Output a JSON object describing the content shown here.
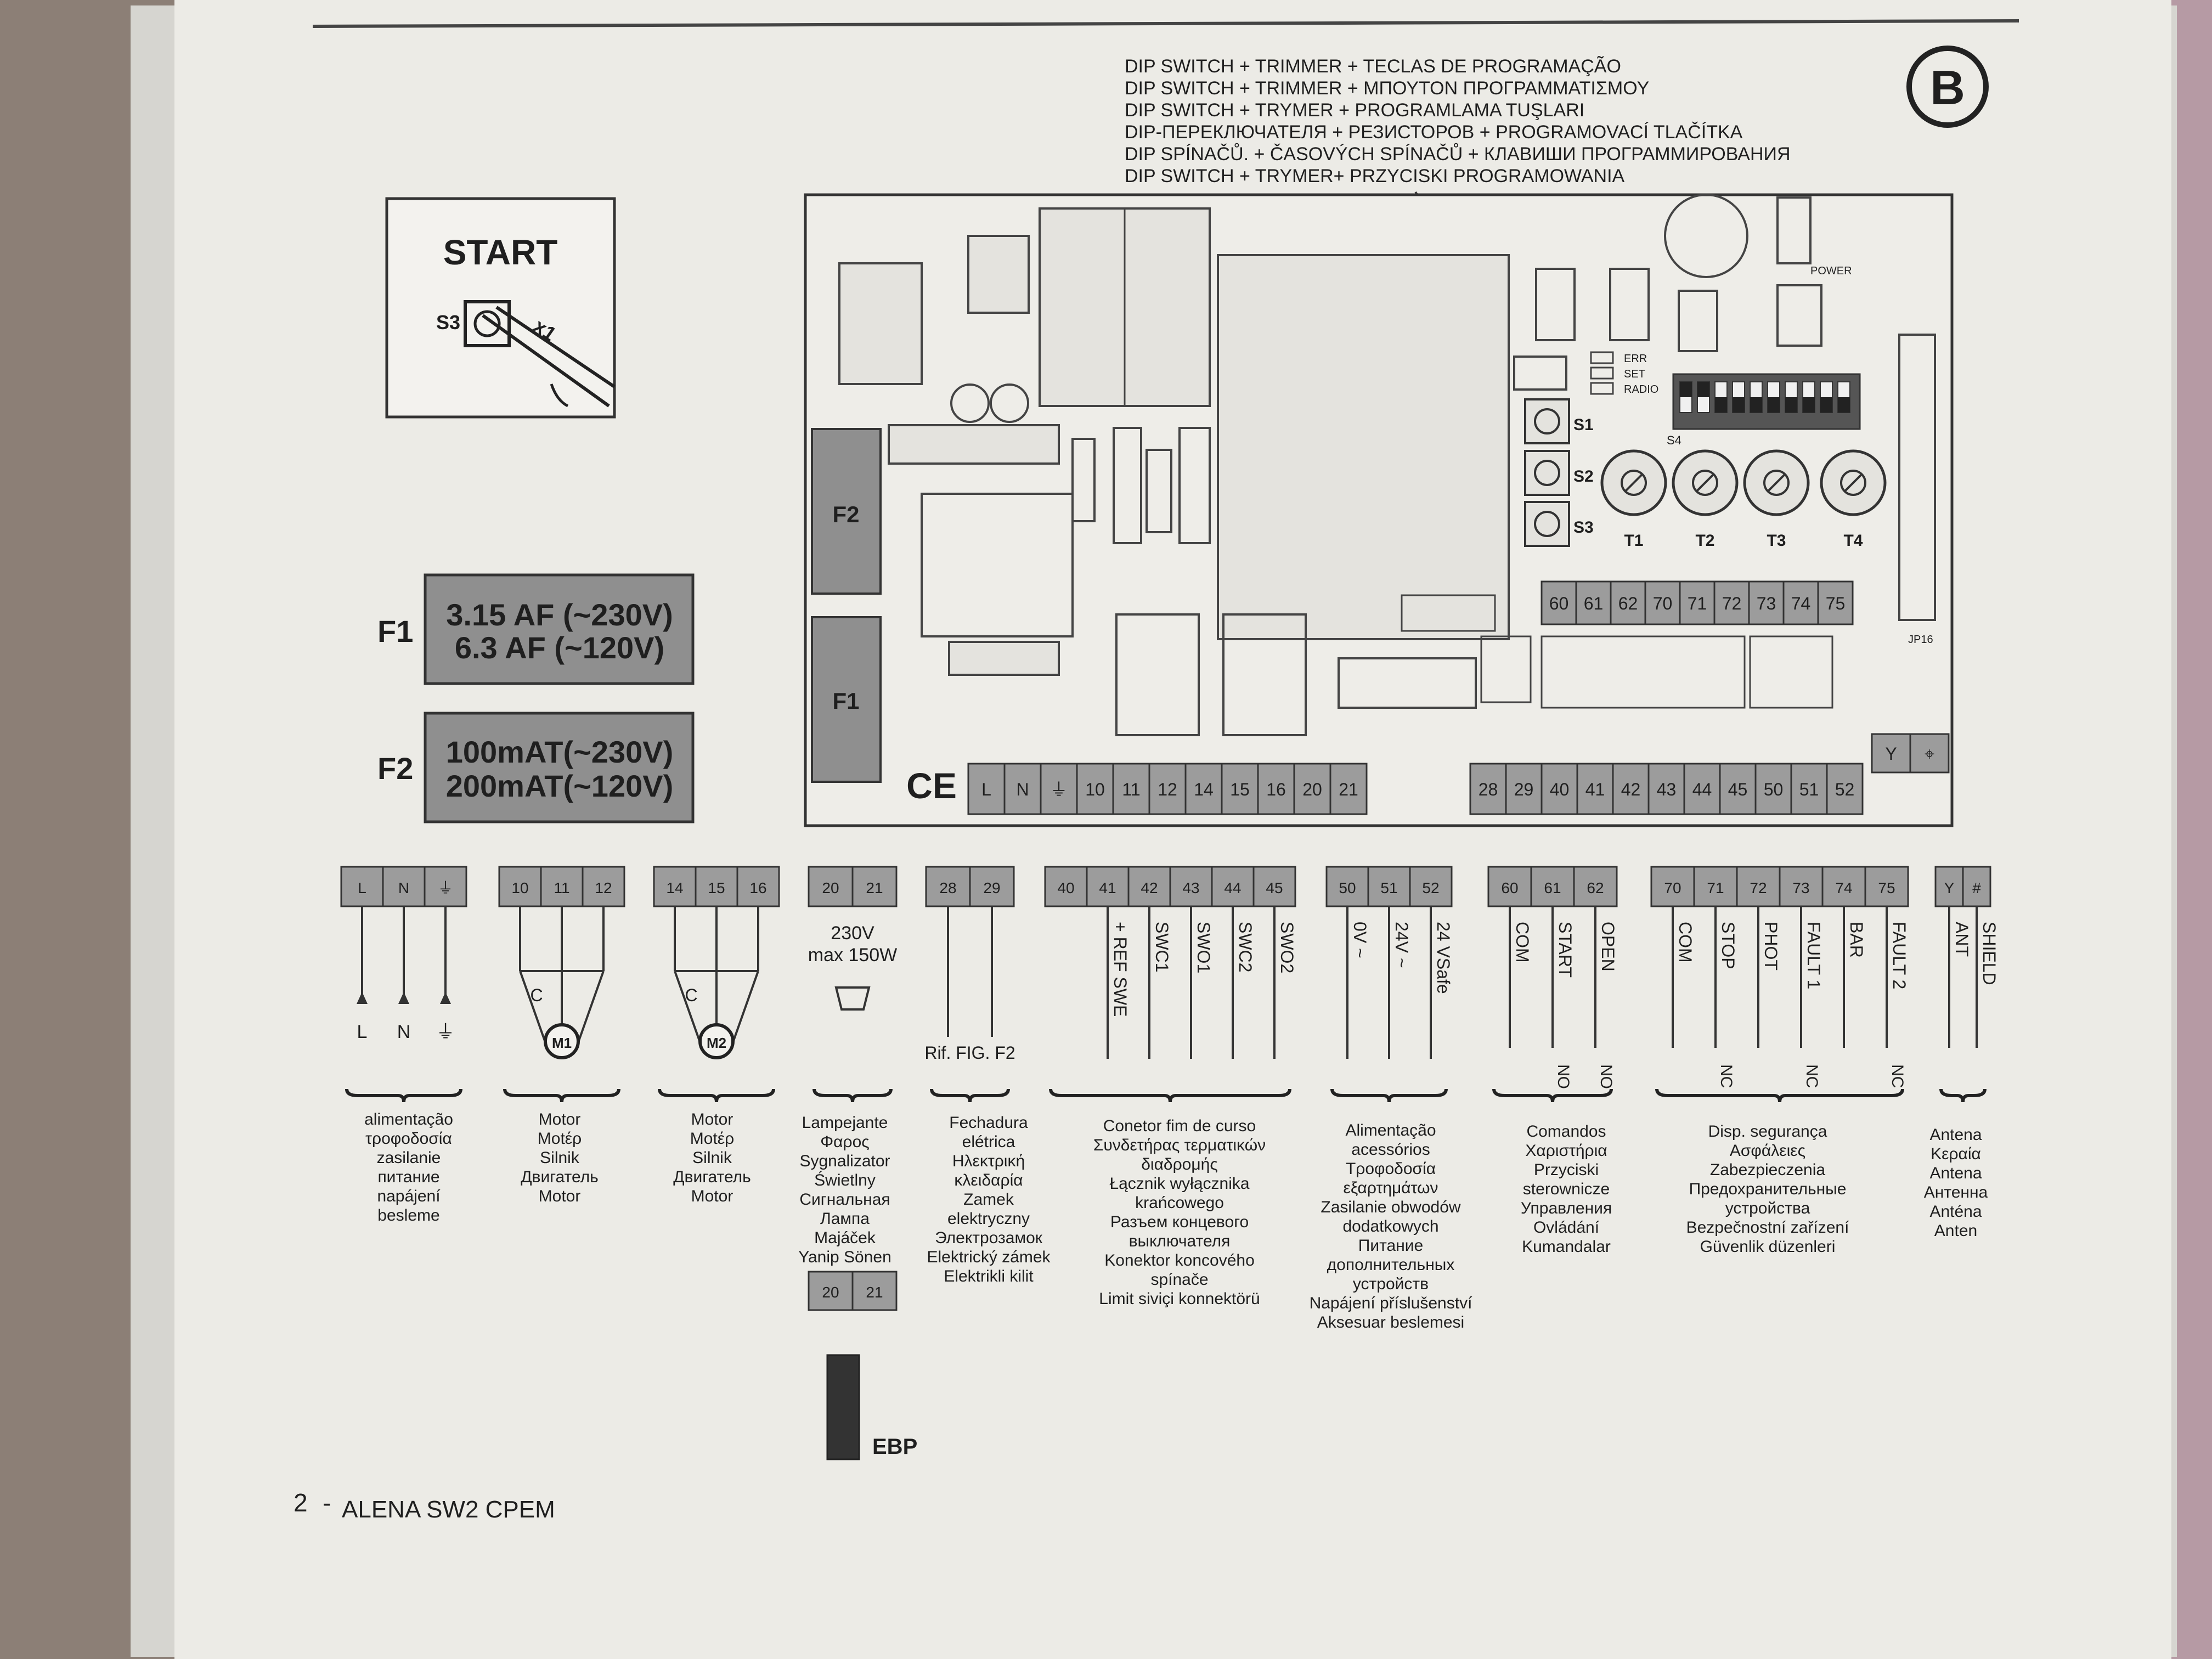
{
  "page_label": "B",
  "header": {
    "lines": [
      "DIP SWITCH + TRIMMER + TECLAS DE PROGRAMAÇÃO",
      "DIP SWITCH + TRIMMER + ΜΠΟΥΤΟΝ ΠΡΟΓΡΑΜΜΑΤΙΣΜΟΥ",
      "DIP SWITCH + TRYMER + PROGRAMLAMA TUŞLARI",
      "DIP-ПЕРЕКЛЮЧАТЕЛЯ + РЕЗИСТОРОВ + PROGRAMOVACÍ TLAČÍTKA",
      "DIP SPÍNAČŮ. + ČASOVÝCH SPÍNAČŮ + КЛАВИШИ ПРОГРАММИРОВАНИЯ",
      "DIP SWITCH + TRYMER+ PRZYCISKI PROGRAMOWANIA"
    ]
  },
  "start_box": {
    "title": "START",
    "button": "S3",
    "count": "x1"
  },
  "fuses": [
    {
      "name": "F1",
      "line1": "3.15 AF (~230V)",
      "line2": "6.3 AF (~120V)"
    },
    {
      "name": "F2",
      "line1": "100mAT(~230V)",
      "line2": "200mAT(~120V)"
    }
  ],
  "board": {
    "fuse_f2": "F2",
    "fuse_f1": "F1",
    "ce": "CE",
    "buttons": [
      "S1",
      "S2",
      "S3"
    ],
    "leds": [
      "ERR",
      "SET",
      "RADIO"
    ],
    "dip_label": "S4",
    "power_label": "POWER",
    "jumper_label": "JP16",
    "trimmers": [
      "T1",
      "T2",
      "T3",
      "T4"
    ],
    "upper_terminals": [
      "60",
      "61",
      "62",
      "70",
      "71",
      "72",
      "73",
      "74",
      "75"
    ],
    "lower_left_terminals": [
      "L",
      "N",
      "⏚",
      "10",
      "11",
      "12",
      "14",
      "15",
      "16",
      "20",
      "21"
    ],
    "lower_right_terminals": [
      "28",
      "29",
      "40",
      "41",
      "42",
      "43",
      "44",
      "45",
      "50",
      "51",
      "52"
    ],
    "ant_terminals": [
      "Y",
      "⌖"
    ]
  },
  "wiring": [
    {
      "terminals": [
        "L",
        "N",
        "⏚"
      ],
      "wires": [
        "L",
        "N",
        "⏚"
      ],
      "captions": [
        "alimentação",
        "τροφοδοσία",
        "zasilanie",
        "питание",
        "napájení",
        "besleme"
      ]
    },
    {
      "terminals": [
        "10",
        "11",
        "12"
      ],
      "cap": "C",
      "motor": "M1",
      "captions": [
        "Motor",
        "Motέρ",
        "Silnik",
        "Двигатель",
        "Motor"
      ]
    },
    {
      "terminals": [
        "14",
        "15",
        "16"
      ],
      "cap": "C",
      "motor": "M2",
      "captions": [
        "Motor",
        "Motέρ",
        "Silnik",
        "Двигатель",
        "Motor"
      ]
    },
    {
      "terminals": [
        "20",
        "21"
      ],
      "note1": "230V",
      "note2": "max 150W",
      "captions": [
        "Lampejante",
        "Φαρος",
        "Sygnalizator",
        "Świetlny",
        "Сигнальная",
        "Лампа",
        "Majáček",
        "Yanip Sönen"
      ],
      "ebp_terminals": [
        "20",
        "21"
      ],
      "ebp_label": "EBP"
    },
    {
      "terminals": [
        "28",
        "29"
      ],
      "note": "Rif. FIG. F2",
      "captions": [
        "Fechadura",
        "elétrica",
        "Ηλεκτρική",
        "κλειδαρία",
        "Zamek",
        "elektryczny",
        "Электрозамок",
        "Elektrický zámek",
        "Elektrikli kilit"
      ]
    },
    {
      "terminals": [
        "40",
        "41",
        "42",
        "43",
        "44",
        "45"
      ],
      "wires": [
        "+ REF SWE",
        "SWC1",
        "SWO1",
        "SWC2",
        "SWO2"
      ],
      "captions": [
        "Conetor fim de curso",
        "Συνδετήρας τερματικών",
        "διαδρομής",
        "Łącznik wyłącznika",
        "krańcowego",
        "Разъем концевого",
        "выключателя",
        "Konektor koncového",
        "spínače",
        "Limit siviçi konnektörü"
      ]
    },
    {
      "terminals": [
        "50",
        "51",
        "52"
      ],
      "wires": [
        "0V ~",
        "24V ~",
        "24 VSafe"
      ],
      "captions": [
        "Alimentação",
        "acessórios",
        "Τροφοδοσία",
        "εξαρτημάτων",
        "Zasilanie obwodów",
        "dodatkowych",
        "Питание",
        "дополнительных",
        "устройств",
        "Napájení příslušenství",
        "Aksesuar beslemesi"
      ]
    },
    {
      "terminals": [
        "60",
        "61",
        "62"
      ],
      "wires": [
        "COM",
        "START",
        "OPEN"
      ],
      "contacts": [
        "NO",
        "NO"
      ],
      "captions": [
        "Comandos",
        "Χαριστήρια",
        "Przyciski",
        "sterownicze",
        "Управления",
        "Ovládání",
        "Kumandalar"
      ]
    },
    {
      "terminals": [
        "70",
        "71",
        "72",
        "73",
        "74",
        "75"
      ],
      "wires": [
        "COM",
        "STOP",
        "PHOT",
        "FAULT 1",
        "BAR",
        "FAULT 2"
      ],
      "contacts": [
        "NC",
        "NC",
        "NC"
      ],
      "captions": [
        "Disp. segurança",
        "Ασφάλειες",
        "Zabezpieczenia",
        "Предохранительные",
        "устройства",
        "Bezpečnostní zařízení",
        "Güvenlik düzenleri"
      ]
    },
    {
      "terminals": [
        "Y",
        "#"
      ],
      "wires": [
        "ANT",
        "SHIELD"
      ],
      "captions": [
        "Antena",
        "Κεραία",
        "Antena",
        "Антенна",
        "Anténa",
        "Anten"
      ]
    }
  ],
  "footer": {
    "page_number": "2",
    "separator": "-",
    "model": "ALENA SW2 CPEM"
  }
}
